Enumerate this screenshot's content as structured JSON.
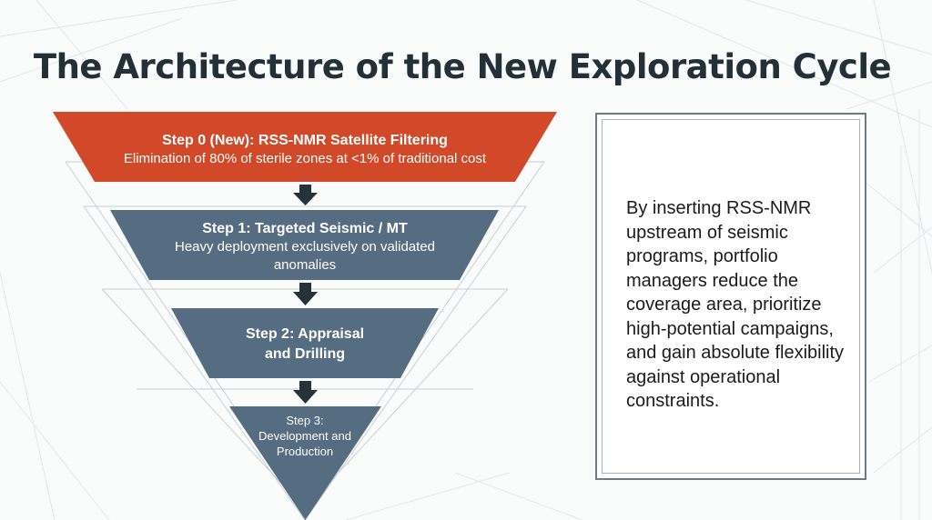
{
  "slide": {
    "title": "The Architecture of the New Exploration Cycle"
  },
  "funnel": {
    "stages": [
      {
        "heading": "Step 0 (New): RSS-NMR Satellite Filtering",
        "description": "Elimination of 80% of sterile zones at <1% of traditional cost",
        "color": "#d2492a"
      },
      {
        "heading": "Step 1: Targeted Seismic / MT",
        "description": "Heavy deployment exclusively on validated anomalies",
        "color": "#566d81"
      },
      {
        "heading": "Step 2: Appraisal and Drilling",
        "description": "",
        "color": "#566d81"
      },
      {
        "heading": "Step 3:",
        "description": "Development and Production",
        "color": "#566d81"
      }
    ],
    "arrow_color": "#26323a"
  },
  "callout": {
    "text": "By inserting RSS-NMR upstream of seismic programs, portfolio managers reduce the coverage area, prioritize high-potential campaigns, and gain absolute flexibility against operational constraints."
  },
  "icons": {
    "arrow": "arrow-down-icon"
  }
}
